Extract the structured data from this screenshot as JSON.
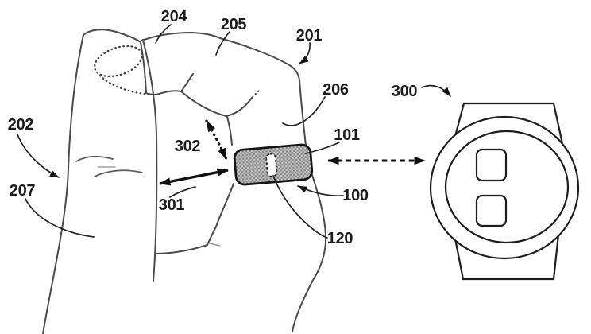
{
  "figure": {
    "labels": {
      "ref_100": "100",
      "ref_101": "101",
      "ref_120": "120",
      "ref_201": "201",
      "ref_202": "202",
      "ref_204": "204",
      "ref_205": "205",
      "ref_206": "206",
      "ref_207": "207",
      "ref_300": "300",
      "ref_301": "301",
      "ref_302": "302"
    },
    "colors": {
      "background": "#ffffff",
      "ink": "#141414",
      "hand_line": "#4a4a4a",
      "device_fill_light": "#c8c8c8",
      "device_fill_dark": "#858585"
    }
  }
}
